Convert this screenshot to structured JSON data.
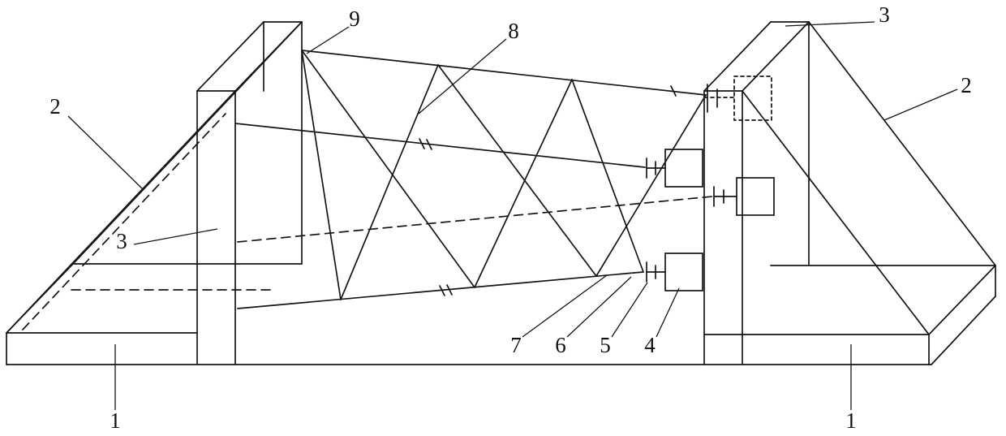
{
  "figure": {
    "description_colors": {
      "background": "#ffffff",
      "line": "#151515"
    },
    "labels": {
      "left_gusset": "2",
      "left_plate": "3",
      "left_base": "1",
      "top_cable": "9",
      "truss_web": "8",
      "right_plate_top": "3",
      "right_gusset": "2",
      "right_base": "1",
      "part7": "7",
      "part6": "6",
      "part5": "5",
      "part4": "4"
    }
  }
}
